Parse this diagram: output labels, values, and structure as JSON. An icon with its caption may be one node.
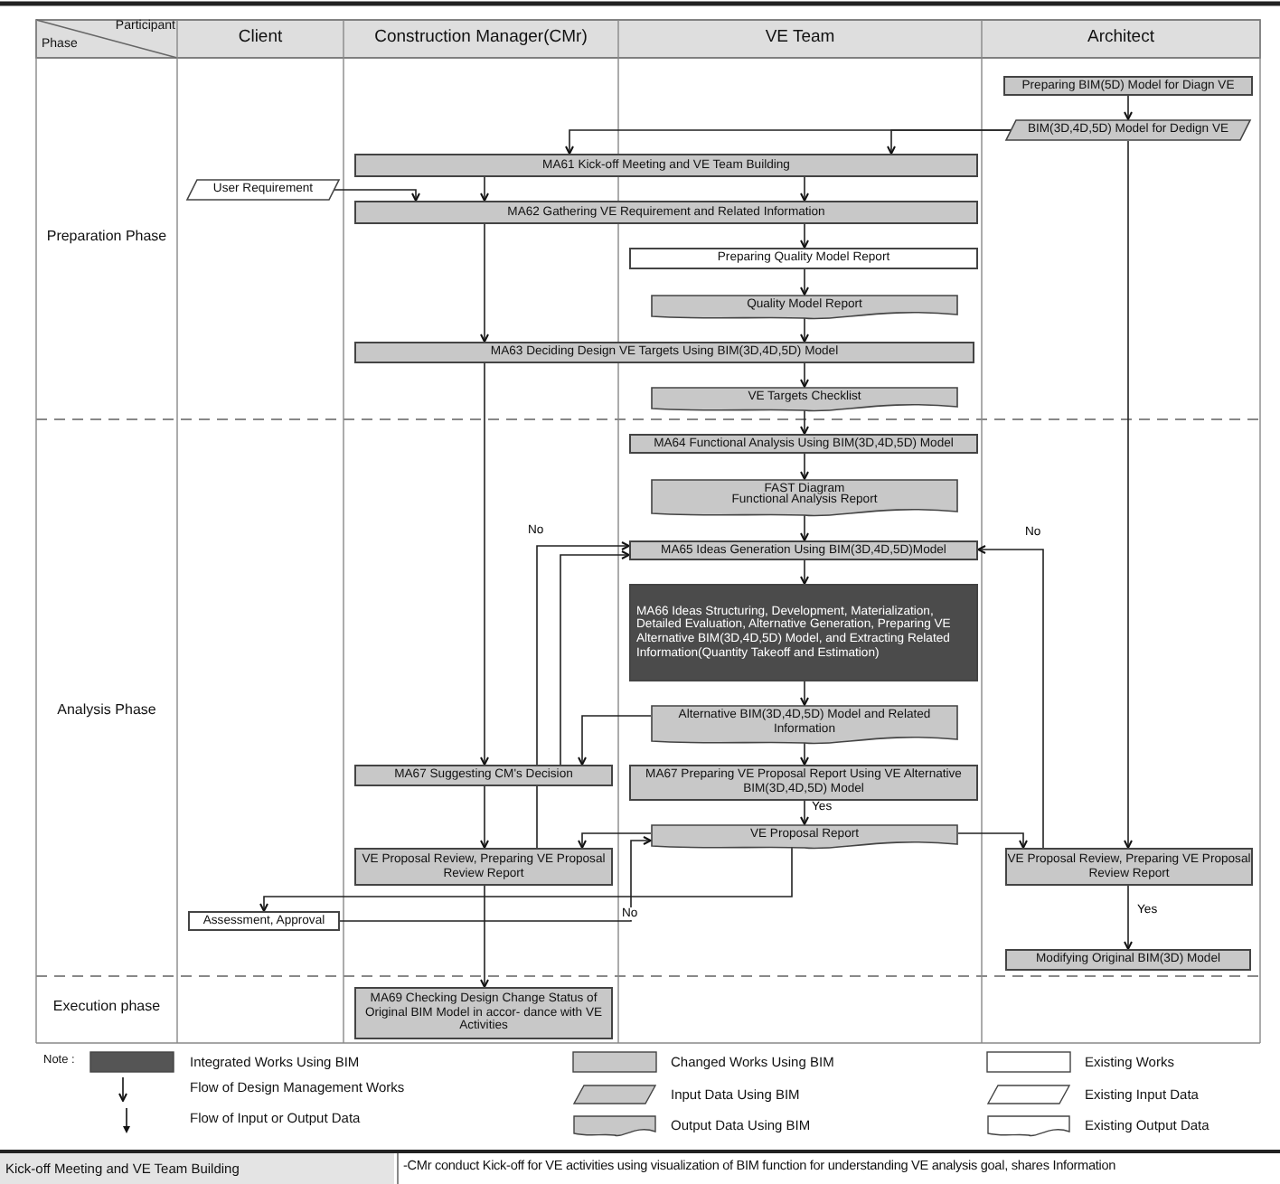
{
  "diagram": {
    "nodes": [
      {
        "text": [
          "Preparing BIM(5D) Model for Diagn VE"
        ]
      },
      {
        "text": [
          "BIM(3D,4D,5D) Model for Dedign VE"
        ]
      },
      {
        "text": [
          "MA61 Kick-off Meeting and VE Team Building"
        ]
      },
      {
        "text": [
          "User Requirement"
        ]
      },
      {
        "text": [
          "MA62 Gathering VE Requirement and Related Information"
        ]
      },
      {
        "text": [
          "Preparing Quality Model Report"
        ]
      },
      {
        "text": [
          "Quality Model Report"
        ]
      },
      {
        "text": [
          "MA63 Deciding Design VE Targets Using BIM(3D,4D,5D) Model"
        ]
      },
      {
        "text": [
          "VE Targets Checklist"
        ]
      },
      {
        "text": [
          "MA64 Functional Analysis Using BIM(3D,4D,5D) Model"
        ]
      },
      {
        "text": [
          "FAST Diagram",
          "Functional Analysis Report"
        ]
      },
      {
        "text": [
          "MA65 Ideas Generation Using BIM(3D,4D,5D)Model"
        ]
      },
      {
        "text": [
          "MA66 Ideas Structuring, Development, Materialization, Detailed Evaluation, Alternative Generation, Preparing VE Alternative BIM(3D,4D,5D) Model, and Extracting Related Information(Quantity Takeoff and Estimation)"
        ]
      },
      {
        "text": [
          "Alternative BIM(3D,4D,5D) Model and Related Information"
        ]
      },
      {
        "text": [
          "MA67 Suggesting CM's Decision"
        ]
      },
      {
        "text": [
          "MA67 Preparing VE Proposal Report Using VE Alternative BIM(3D,4D,5D) Model"
        ]
      },
      {
        "text": [
          "VE Proposal Report"
        ]
      },
      {
        "text": [
          "VE Proposal Review, Preparing VE Proposal Review Report"
        ]
      },
      {
        "text": [
          "VE Proposal Review, Preparing VE Proposal Review Report"
        ]
      },
      {
        "text": [
          "Assessment, Approval"
        ]
      },
      {
        "text": [
          "Modifying Original BIM(3D) Model"
        ]
      },
      {
        "text": [
          "MA69 Checking Design Change Status of Original BIM Model in accor- dance with VE Activities"
        ]
      }
    ],
    "edges": [
      {
        "from": 0,
        "to": 1,
        "arrow": "to"
      },
      {
        "from": 1,
        "to": 2,
        "arrow": "to"
      },
      {
        "from": 1,
        "to": 2,
        "arrow": "to"
      },
      {
        "from": 1,
        "to": 18,
        "arrow": "to"
      },
      {
        "from": 2,
        "to": 4,
        "arrow": "to"
      },
      {
        "from": 2,
        "to": 4,
        "arrow": "to"
      },
      {
        "from": 3,
        "to": 4,
        "arrow": "to"
      },
      {
        "from": 4,
        "to": 5,
        "arrow": "to"
      },
      {
        "from": 5,
        "to": 6,
        "arrow": "to"
      },
      {
        "from": 6,
        "to": 7,
        "arrow": "to"
      },
      {
        "from": 7,
        "to": 8,
        "arrow": "to"
      },
      {
        "from": 4,
        "to": 7,
        "arrow": "to"
      },
      {
        "from": 8,
        "to": 9,
        "arrow": "to"
      },
      {
        "from": 9,
        "to": 10,
        "arrow": "to"
      },
      {
        "from": 10,
        "to": 11,
        "arrow": "to"
      },
      {
        "from": 11,
        "to": 12,
        "arrow": "to"
      },
      {
        "from": 12,
        "to": 13,
        "arrow": "to"
      },
      {
        "from": 13,
        "to": 15,
        "arrow": "to"
      },
      {
        "from": 7,
        "to": 14,
        "arrow": "to"
      },
      {
        "from": 13,
        "to": 14,
        "arrow": "to"
      },
      {
        "from": 14,
        "to": 17,
        "arrow": "to"
      },
      {
        "from": 14,
        "to": 11,
        "arrow": "to"
      },
      {
        "from": 17,
        "to": 11,
        "arrow": "to",
        "label": "No"
      },
      {
        "from": 18,
        "to": 11,
        "arrow": "to",
        "label": "No"
      },
      {
        "from": 15,
        "to": 16,
        "arrow": "to",
        "label": "Yes"
      },
      {
        "from": 16,
        "to": 17,
        "arrow": "to"
      },
      {
        "from": 16,
        "to": 18,
        "arrow": "to"
      },
      {
        "from": 16,
        "to": 19,
        "arrow": "to"
      },
      {
        "from": 19,
        "to": 16,
        "arrow": "to",
        "label": "No"
      },
      {
        "from": 17,
        "to": 21,
        "arrow": "to"
      },
      {
        "from": 18,
        "to": 20,
        "arrow": "to",
        "label": "Yes"
      }
    ],
    "labels": [
      "Participant",
      "Phase",
      "Client",
      "Construction Manager(CMr)",
      "VE Team",
      "Architect",
      "Preparation Phase",
      "Analysis Phase",
      "Execution phase",
      "Note :",
      "Kick-off Meeting and VE Team Building",
      "-CMr conduct Kick-off for VE activities using visualization of BIM function for understanding VE analysis goal, shares Information"
    ],
    "legend": [
      {
        "text": "Integrated Works Using BIM",
        "color": "#555555"
      },
      {
        "text": "Changed Works Using BIM",
        "color": "#c8c8c8"
      },
      {
        "text": "Existing Works",
        "color": "#ffffff"
      },
      {
        "text": "Flow of Design Management Works"
      },
      {
        "text": "Input Data Using BIM"
      },
      {
        "text": "Existing Input Data"
      },
      {
        "text": "Flow of Input or Output Data"
      },
      {
        "text": "Output Data Using BIM"
      },
      {
        "text": "Existing Output Data"
      }
    ]
  }
}
